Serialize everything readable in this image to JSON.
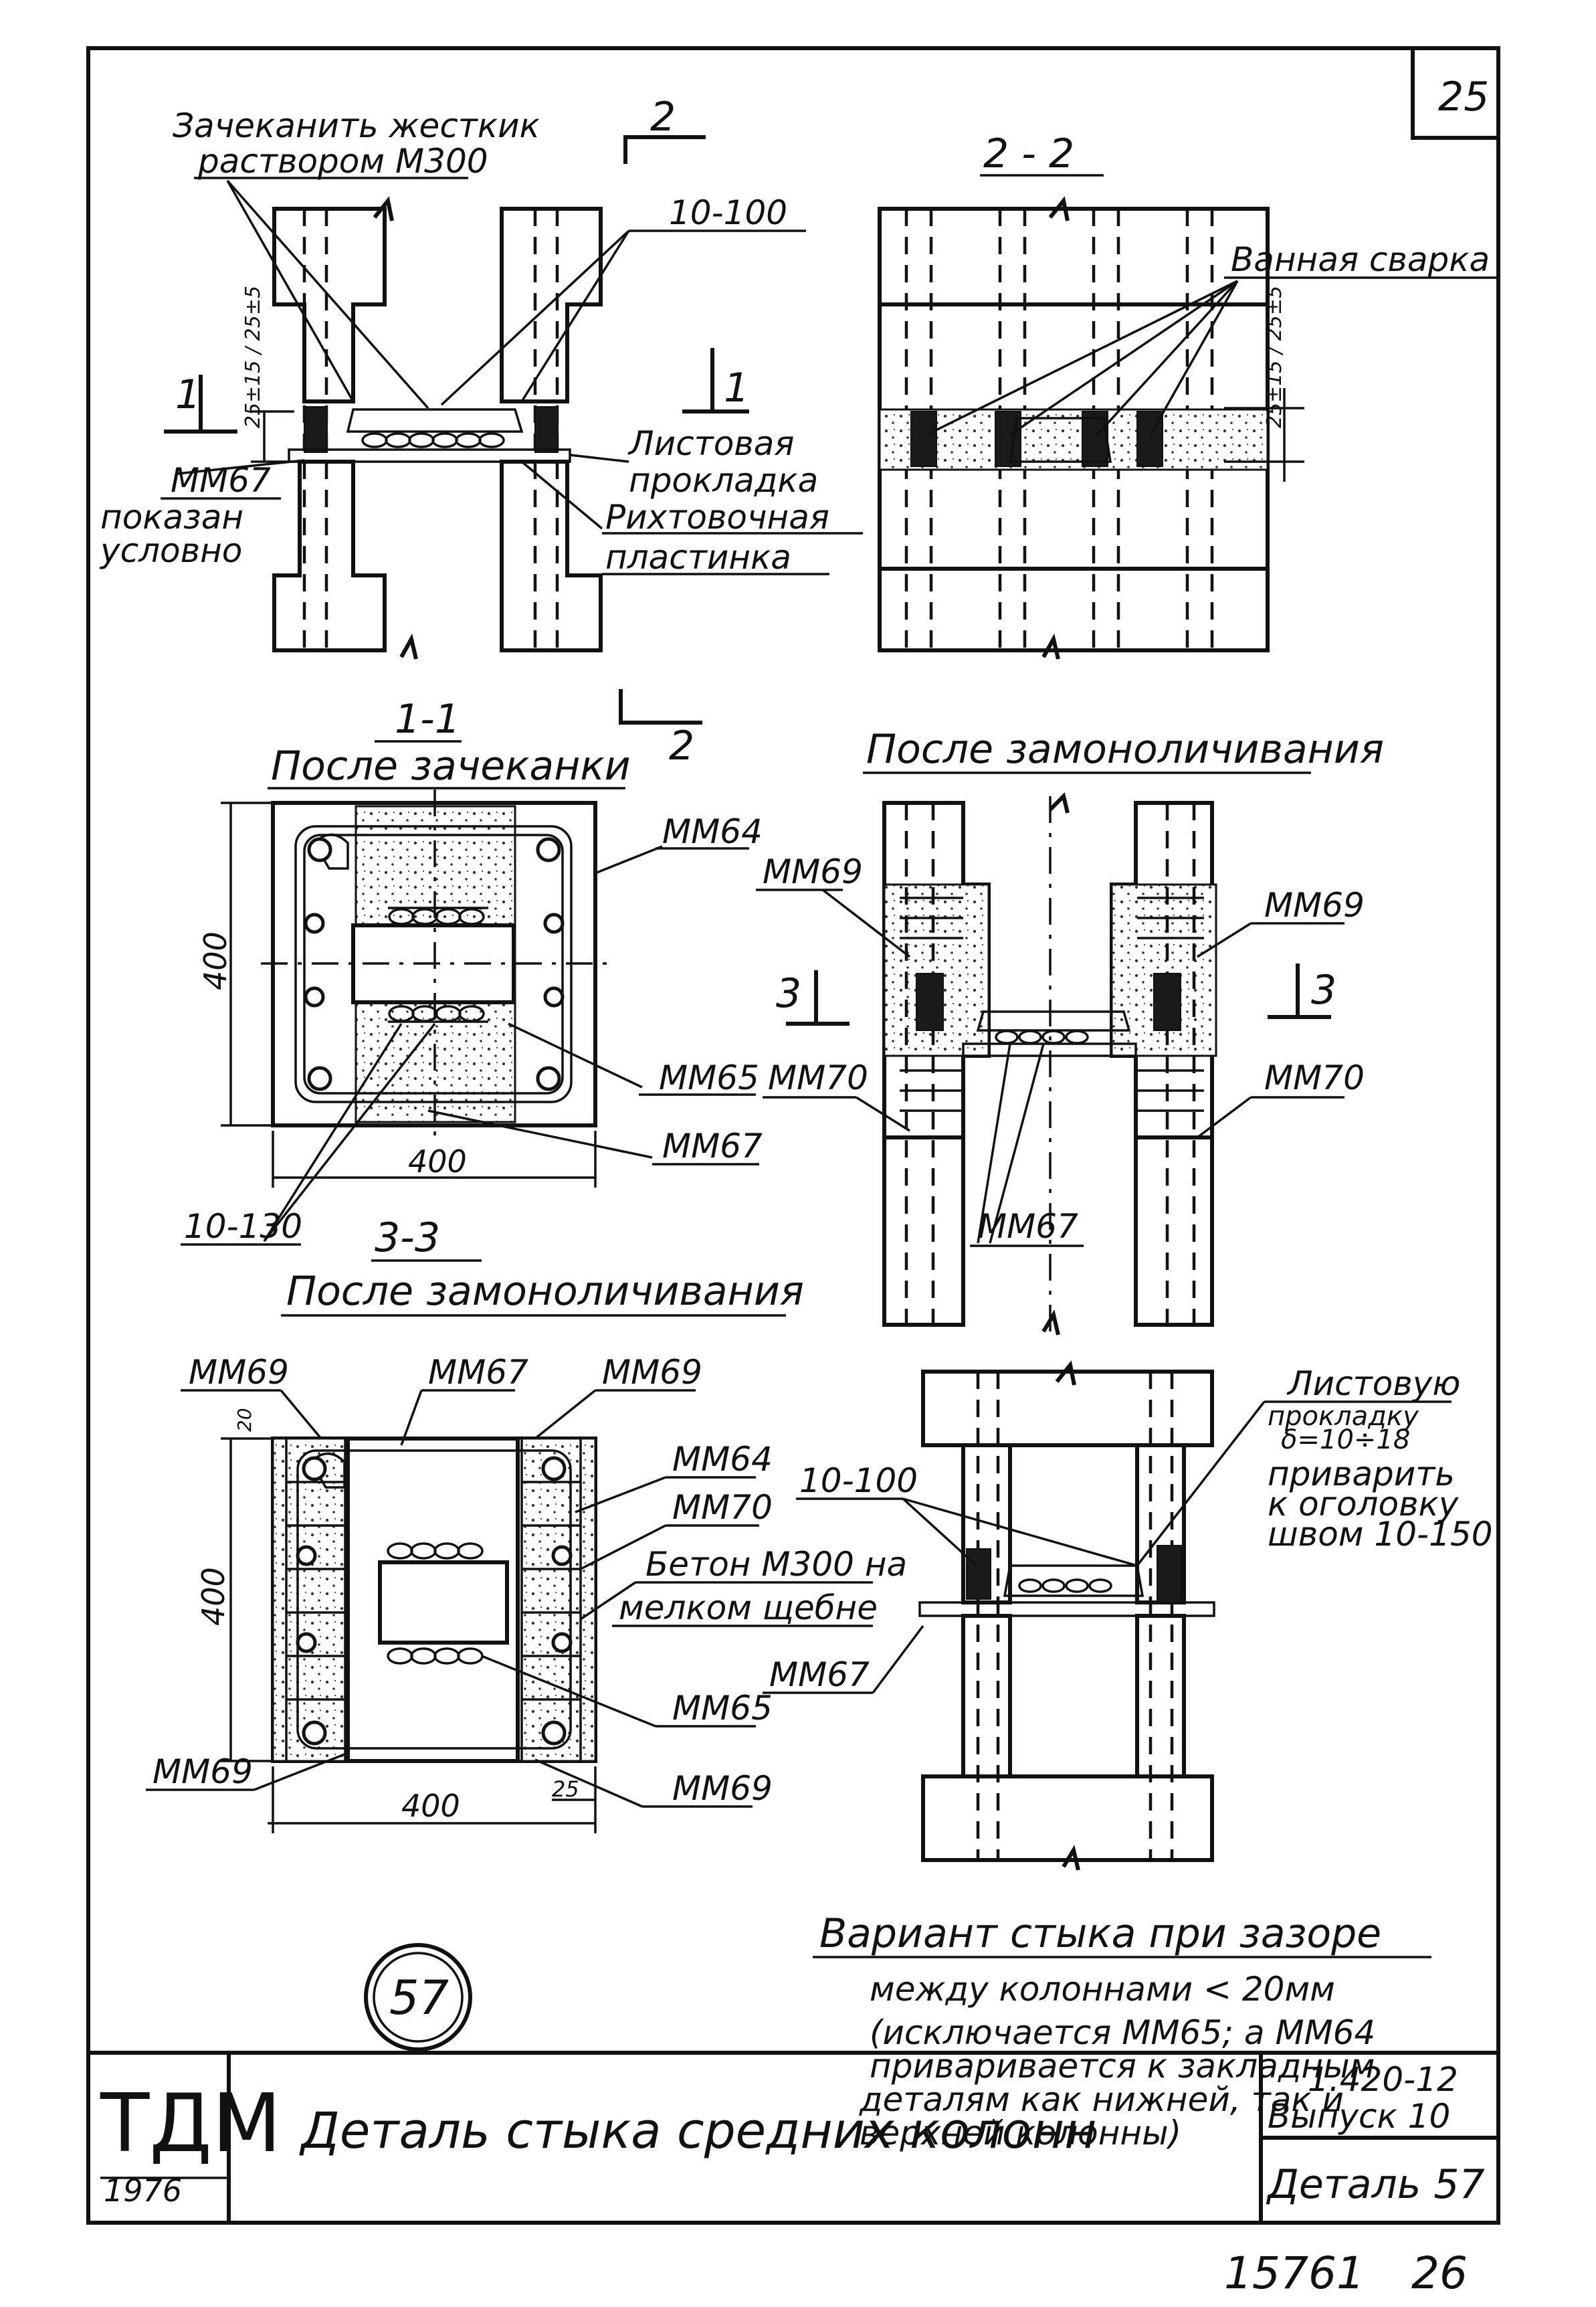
{
  "sheet": {
    "number_top": "25",
    "sheet_footer": "15761",
    "page_footer": "26",
    "detail_circle": "57"
  },
  "elevation": {
    "note_caulk": [
      "Зачеканить жесткик",
      "раствором М300"
    ],
    "cut_mark_2": "2",
    "cut_mark_1_left": "1",
    "cut_mark_1_right": "1",
    "weld_spec": "10-100",
    "dim_gap": "25±15 / 25±5",
    "mm67": "ММ67",
    "note_conditional": [
      "показан",
      "условно"
    ],
    "plate_label": [
      "Листовая",
      "прокладка"
    ],
    "shim_label": [
      "Рихтовочная",
      "пластинка"
    ]
  },
  "section_22": {
    "title": "2 - 2",
    "bath_weld": "Ванная сварка",
    "dim_gap": "25±15 / 25±5"
  },
  "section_11": {
    "title": "1-1",
    "subtitle": "После зачеканки",
    "cut_mark_2": "2",
    "dim_400_v": "400",
    "dim_400_h": "400",
    "weld_spec": "10-130",
    "mm64": "ММ64",
    "mm65": "ММ65",
    "mm67": "ММ67"
  },
  "after_monolith": {
    "title": "После замоноличивания",
    "mm69_left": "ММ69",
    "mm69_right": "ММ69",
    "mm70_left": "ММ70",
    "mm70_right": "ММ70",
    "mm67": "ММ67",
    "cut_left": "3",
    "cut_right": "3"
  },
  "section_33": {
    "title": "3-3",
    "subtitle": "После замоноличивания",
    "mm69_tl": "ММ69",
    "mm67": "ММ67",
    "mm69_tr": "ММ69",
    "mm64": "ММ64",
    "mm70": "ММ70",
    "concrete": [
      "Бетон М300 на",
      "мелком щебне"
    ],
    "mm67_left": "ММ67",
    "mm65": "ММ65",
    "mm69_bl": "ММ69",
    "mm69_br": "ММ69",
    "dim_400_v": "400",
    "dim_400_h": "400",
    "dim_25": "25",
    "dim_20": "20"
  },
  "variant": {
    "weld_spec": "10-100",
    "plate_note": [
      "Листовую",
      "прокладку",
      "δ=10÷18",
      "приварить",
      "к оголовку",
      "швом 10-150"
    ],
    "title": "Вариант стыка при зазоре",
    "lines": [
      "между колоннами < 20мм",
      "(исключается ММ65; а ММ64",
      "приваривается к закладным",
      "деталям как нижней, так и",
      "верхней колонны)"
    ]
  },
  "title_block": {
    "logo": "ТДМ",
    "year": "1976",
    "title": "Деталь   стыка средних   колонн",
    "series": "1.420-12",
    "issue": "Выпуск  10",
    "detail": "Деталь 57"
  }
}
